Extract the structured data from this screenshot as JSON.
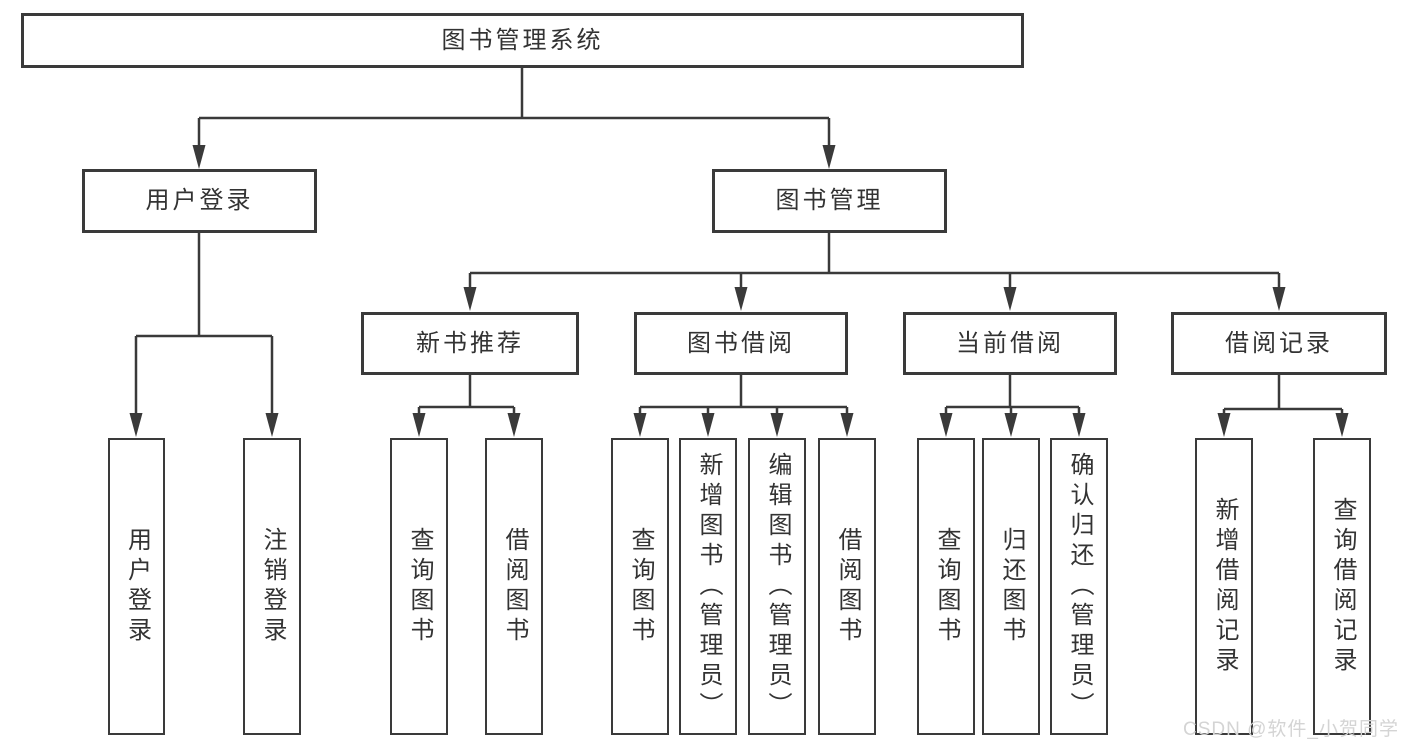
{
  "colors": {
    "line": "#3a3a3a",
    "text": "#333333",
    "watermark": "#d4d4d4"
  },
  "watermark": {
    "text": "CSDN @软件_小贺同学"
  },
  "nodes": {
    "root": {
      "label": "图书管理系统"
    },
    "userLogin": {
      "label": "用户登录"
    },
    "bookManagement": {
      "label": "图书管理"
    },
    "newBookRecommend": {
      "label": "新书推荐"
    },
    "bookBorrowing": {
      "label": "图书借阅"
    },
    "currentBorrowing": {
      "label": "当前借阅"
    },
    "borrowingRecords": {
      "label": "借阅记录"
    },
    "userLoginLeaf": {
      "label": "用户登录"
    },
    "logoutLeaf": {
      "label": "注销登录"
    },
    "recQueryBooks": {
      "label": "查询图书"
    },
    "recBorrowBooks": {
      "label": "借阅图书"
    },
    "bbQueryBooks": {
      "label": "查询图书"
    },
    "bbAddBooks": {
      "label": "新增图书（管理员）"
    },
    "bbEditBooks": {
      "label": "编辑图书（管理员）"
    },
    "bbBorrowBooks": {
      "label": "借阅图书"
    },
    "cbQueryBooks": {
      "label": "查询图书"
    },
    "cbReturnBooks": {
      "label": "归还图书"
    },
    "cbConfirmReturn": {
      "label": "确认归还（管理员）"
    },
    "brAddRecord": {
      "label": "新增借阅记录"
    },
    "brQueryRecord": {
      "label": "查询借阅记录"
    }
  },
  "hierarchy": {
    "图书管理系统": [
      "用户登录",
      "图书管理"
    ],
    "用户登录": [
      "用户登录",
      "注销登录"
    ],
    "图书管理": [
      "新书推荐",
      "图书借阅",
      "当前借阅",
      "借阅记录"
    ],
    "新书推荐": [
      "查询图书",
      "借阅图书"
    ],
    "图书借阅": [
      "查询图书",
      "新增图书（管理员）",
      "编辑图书（管理员）",
      "借阅图书"
    ],
    "当前借阅": [
      "查询图书",
      "归还图书",
      "确认归还（管理员）"
    ],
    "借阅记录": [
      "新增借阅记录",
      "查询借阅记录"
    ]
  }
}
